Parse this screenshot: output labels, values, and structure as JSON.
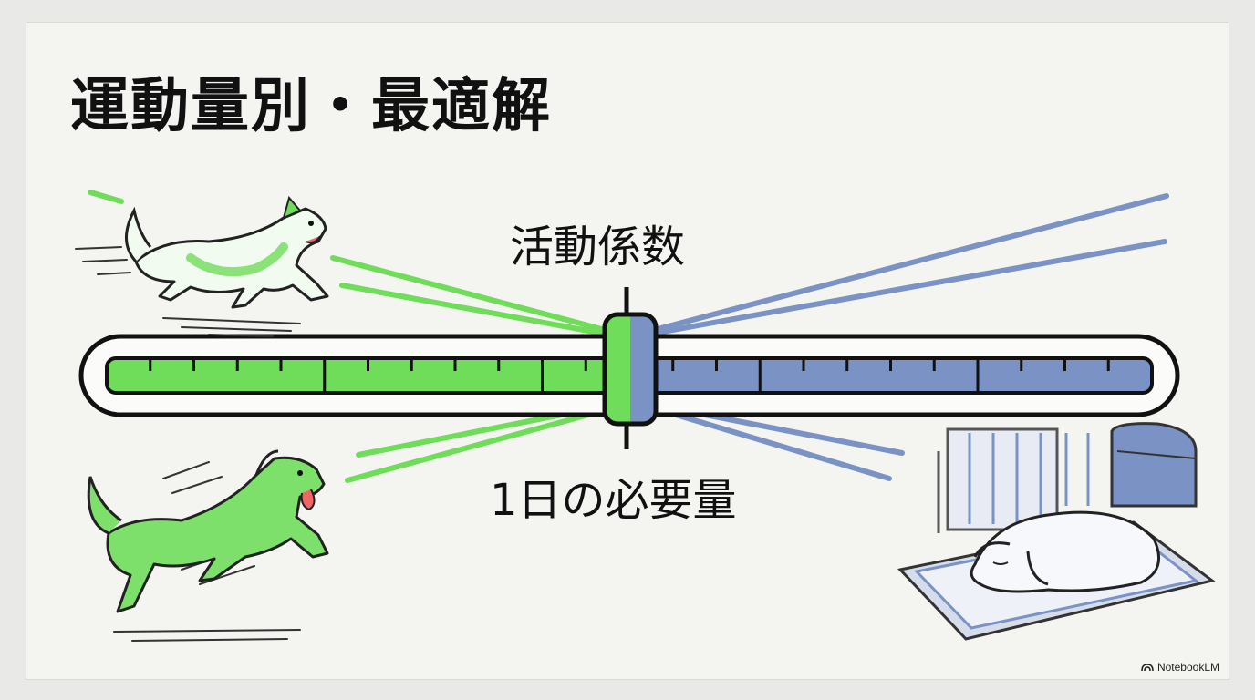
{
  "title": "運動量別・最適解",
  "slider": {
    "label_top": "活動係数",
    "label_bottom": "1日の必要量",
    "level": 0.5,
    "colors": {
      "high": "#6fdc5a",
      "low": "#7b93c4",
      "outline": "#111111"
    }
  },
  "illustrations": {
    "top_left": "running-dog-icon",
    "bottom_left": "leaping-dog-icon",
    "bottom_right": "sleeping-dog-icon"
  },
  "branding": {
    "text": "NotebookLM"
  }
}
